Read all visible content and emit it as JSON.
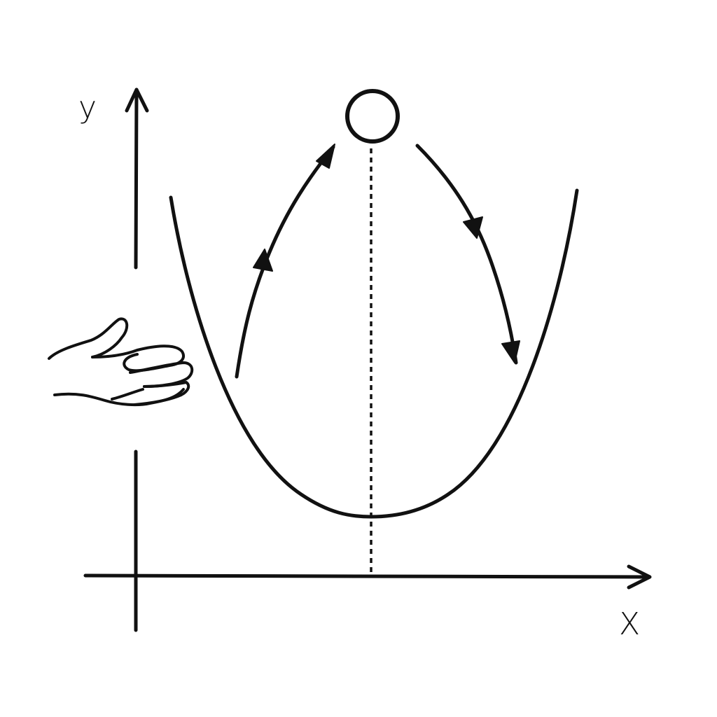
{
  "diagram": {
    "axes": {
      "x_label": "X",
      "y_label": "y"
    },
    "elements": [
      {
        "id": "parabola",
        "kind": "upward-opening curve"
      },
      {
        "id": "ball",
        "kind": "circle at top of path"
      },
      {
        "id": "hand",
        "kind": "open hand on the left"
      },
      {
        "id": "rising-arrow",
        "kind": "curved arrow going up to the ball"
      },
      {
        "id": "falling-arrow",
        "kind": "curved arrow going down from the ball"
      },
      {
        "id": "symmetry-line",
        "kind": "dotted vertical line from ball to x-axis"
      }
    ],
    "colors": {
      "ink": "#111111",
      "background": "#ffffff"
    }
  }
}
